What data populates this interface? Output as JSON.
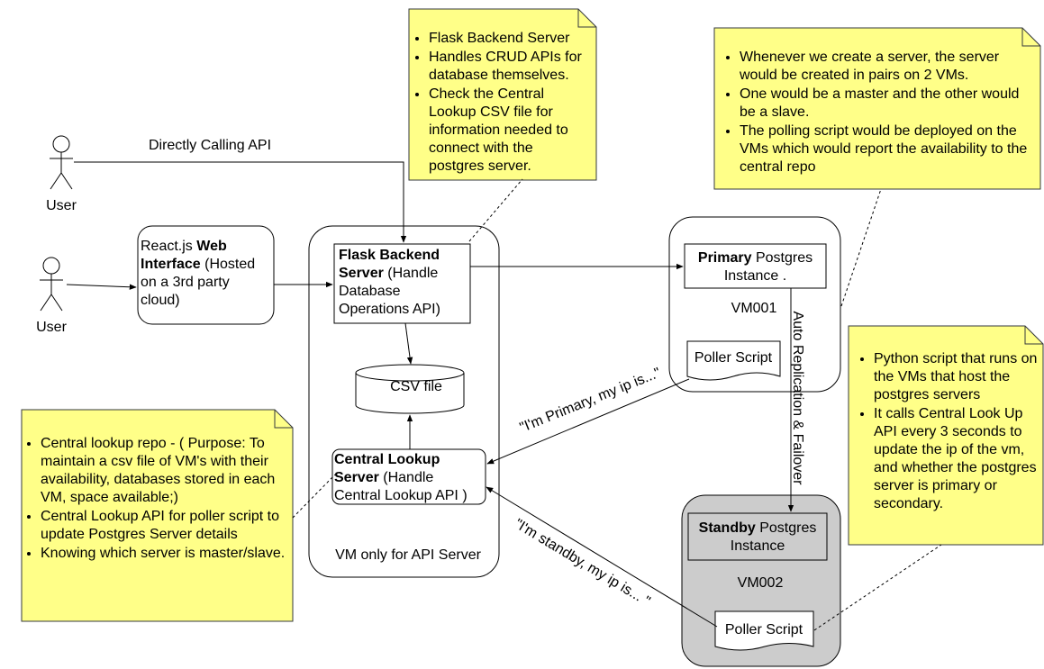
{
  "users": {
    "top_label": "User",
    "bottom_label": "User"
  },
  "edges": {
    "direct_api": "Directly Calling API",
    "replication": "Auto Replication & Failover",
    "primary_report": "\"I'm Primary, my ip is...\"",
    "standby_report": "\"I'm standby, my ip is... \""
  },
  "web_interface": {
    "name_a": "React.js ",
    "name_b": "Web Interface",
    "detail": " (Hosted on a 3rd party cloud)"
  },
  "api_vm": {
    "label": "VM only for API Server",
    "flask": {
      "name": "Flask Backend Server",
      "detail": " (Handle Database Operations API)"
    },
    "csv": {
      "label": "CSV file"
    },
    "lookup": {
      "name": "Central Lookup Server",
      "detail": " (Handle Central Lookup API )"
    }
  },
  "vm001": {
    "label": "VM001",
    "instance": {
      "name": "Primary",
      "detail": " Postgres Instance ."
    },
    "poller": "Poller Script"
  },
  "vm002": {
    "label": "VM002",
    "instance": {
      "name": "Standby",
      "detail": " Postgres Instance"
    },
    "poller": "Poller Script"
  },
  "notes": {
    "flask_note": [
      "Flask Backend Server",
      "Handles CRUD APIs for database themselves.",
      "Check the Central Lookup CSV file for  information needed to connect with the postgres server."
    ],
    "pairs_note": [
      "Whenever we create a server, the server would be created in pairs on 2 VMs.",
      "One would be a master and the other would be a slave.",
      "The polling script would be deployed on the VMs which would report the availability to the central repo"
    ],
    "poller_note": [
      "Python script that runs on the VMs that host the postgres servers",
      "It calls Central Look Up API every 3 seconds to update the ip of the vm, and whether the postgres server is primary or secondary."
    ],
    "lookup_note": [
      "Central lookup repo - ( Purpose: To maintain a csv file of VM's with their availability, databases stored in each VM, space available;)",
      "Central Lookup API for poller script to update Postgres Server details",
      "Knowing which server is master/slave."
    ]
  },
  "colors": {
    "note_fill": "#ffff88",
    "note_stroke": "#36393d",
    "standby_fill": "#cccccc",
    "line": "#000000"
  }
}
